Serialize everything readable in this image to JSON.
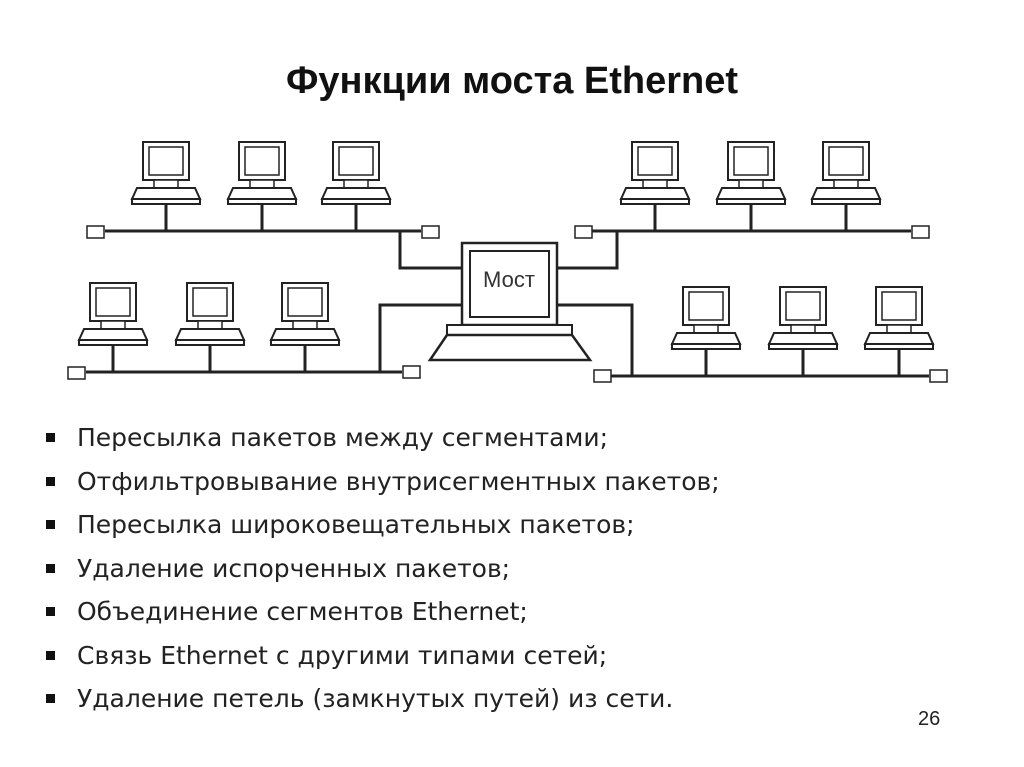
{
  "slide": {
    "title": "Функции моста Ethernet",
    "page_number": "26"
  },
  "diagram": {
    "bridge_label": "Мост"
  },
  "bullets": [
    "Пересылка пакетов между сегментами;",
    "Отфильтровывание внутрисегментных пакетов;",
    "Пересылка широковещательных пакетов;",
    "Удаление испорченных пакетов;",
    "Объединение сегментов Ethernet;",
    "Связь Ethernet с другими типами сетей;",
    "Удаление петель (замкнутых путей) из сети."
  ]
}
